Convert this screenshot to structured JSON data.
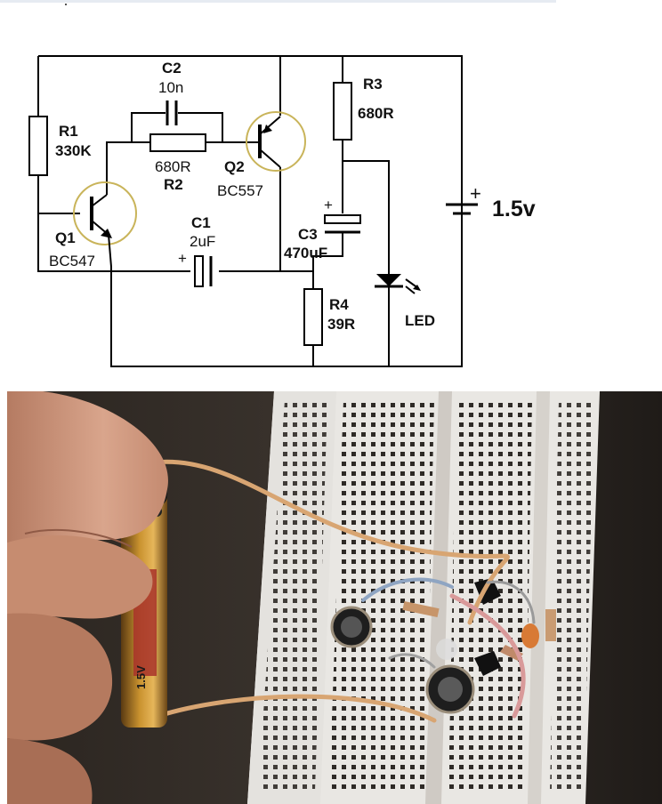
{
  "labels": {
    "r1_name": "R1",
    "r1_value": "330K",
    "c2_name": "C2",
    "c2_value": "10n",
    "r2_value": "680R",
    "r2_name": "R2",
    "q2_name": "Q2",
    "q2_value": "BC557",
    "r3_name": "R3",
    "r3_value": "680R",
    "q1_name": "Q1",
    "q1_value": "BC547",
    "c1_name": "C1",
    "c1_value": "2uF",
    "c3_name": "C3",
    "c3_value": "470uF",
    "r4_name": "R4",
    "r4_value": "39R",
    "led": "LED",
    "battery": "1.5v",
    "plus": "+"
  },
  "photo": {
    "battery_text": "1.5V"
  },
  "colors": {
    "ring": "#c9b45a",
    "wire_orange": "#d8a572",
    "wire_pink": "#d99a9a",
    "breadboard": "#e9e7e3",
    "battery_gold": "#b8862d"
  }
}
